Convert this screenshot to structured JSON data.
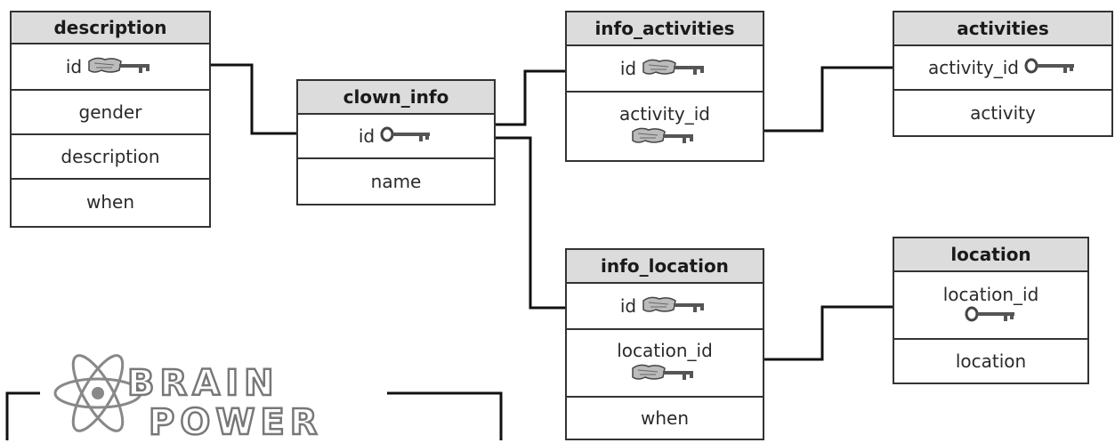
{
  "tables": {
    "description": {
      "title": "description",
      "rows": [
        "id",
        "gender",
        "description",
        "when"
      ]
    },
    "clown_info": {
      "title": "clown_info",
      "rows": [
        "id",
        "name"
      ]
    },
    "info_activities": {
      "title": "info_activities",
      "rows": [
        "id",
        "activity_id"
      ]
    },
    "activities": {
      "title": "activities",
      "rows": [
        "activity_id",
        "activity"
      ]
    },
    "info_location": {
      "title": "info_location",
      "rows": [
        "id",
        "location_id",
        "when"
      ]
    },
    "location": {
      "title": "location",
      "rows": [
        "location_id",
        "location"
      ]
    }
  },
  "brain_power": {
    "line1": "BRAIN",
    "line2": "POWER"
  },
  "icons": {
    "primary_key": "simple-key-icon",
    "foreign_key": "map-key-icon"
  },
  "colors": {
    "header_bg": "#dcdcdc",
    "border": "#333333"
  }
}
